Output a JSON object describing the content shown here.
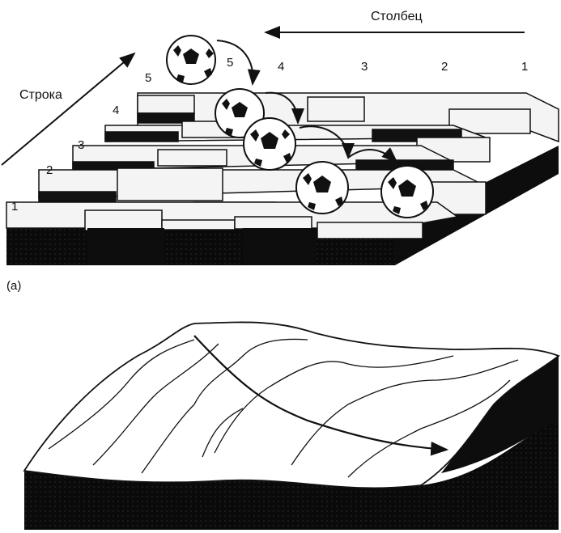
{
  "panel_a": {
    "column_label": "Столбец",
    "row_label": "Строка",
    "column_numbers": [
      "5",
      "4",
      "3",
      "2",
      "1"
    ],
    "row_numbers": [
      "5",
      "4",
      "3",
      "2",
      "1"
    ],
    "caption": "(a)"
  },
  "colors": {
    "ink": "#111111",
    "paper": "#ffffff",
    "tile_light": "#f4f4f4"
  }
}
